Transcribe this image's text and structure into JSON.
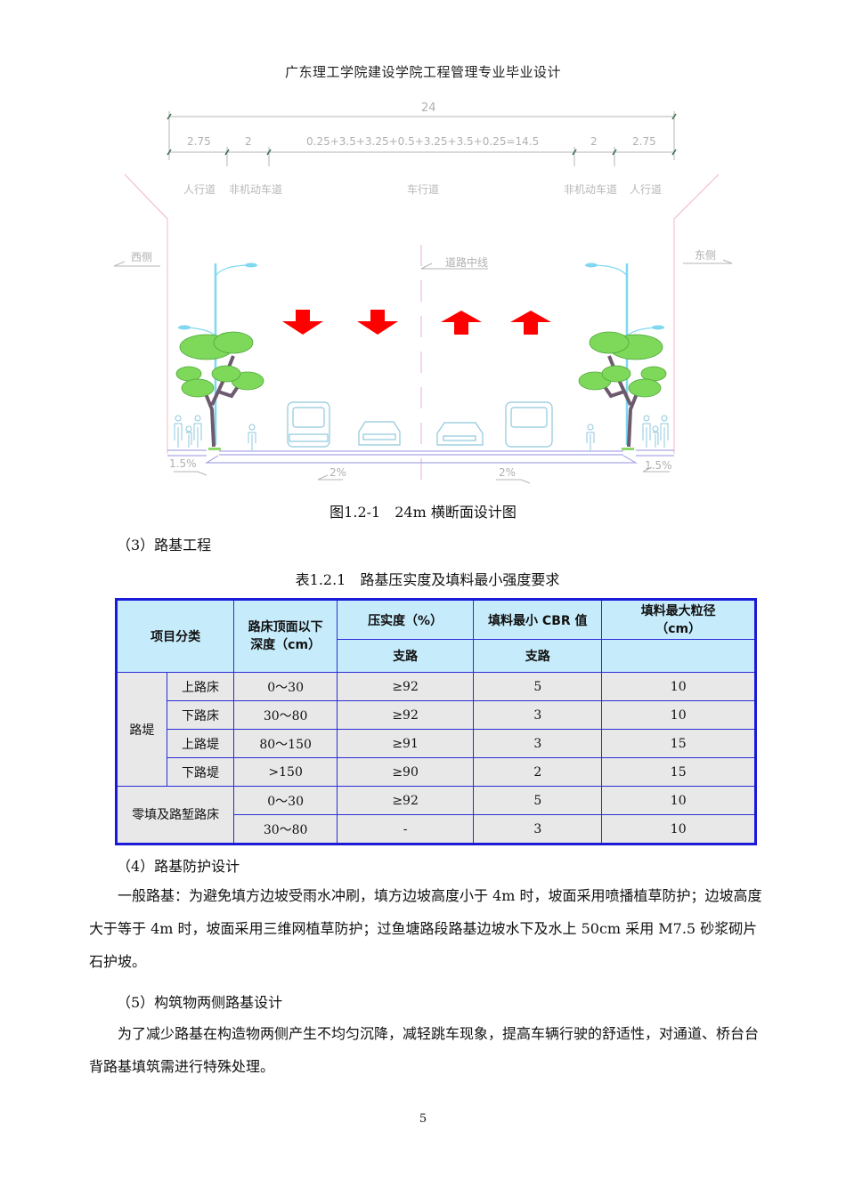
{
  "header": {
    "title": "广东理工学院建设学院工程管理专业毕业设计"
  },
  "figure": {
    "total_width": "24",
    "segments": [
      "2.75",
      "2",
      "0.25+3.5+3.25+0.5+3.25+3.5+0.25=14.5",
      "2",
      "2.75"
    ],
    "zones": [
      "人行道",
      "非机动车道",
      "车行道",
      "非机动车道",
      "人行道"
    ],
    "west_label": "西侧",
    "east_label": "东侧",
    "centerline_label": "道路中线",
    "slopes": {
      "left_sidewalk": "1.5%",
      "left_lane": "2%",
      "right_lane": "2%",
      "right_sidewalk": "1.5%"
    },
    "colors": {
      "arrow": "#ff0000",
      "dimension": "#b0b0b0",
      "boundary": "#f0b8c0",
      "pavement": "#a8a8e8",
      "lamp": "#7fd8f0",
      "tree": "#6ccc4c"
    }
  },
  "caption": "图1.2-1　24m 横断面设计图",
  "section3": {
    "heading": "（3）路基工程"
  },
  "table": {
    "title": "表1.2.1　路基压实度及填料最小强度要求",
    "headers": {
      "category": "项目分类",
      "depth": "路床顶面以下深度（cm）",
      "compaction": "压实度（%）",
      "cbr": "填料最小 CBR 值",
      "max_size": "填料最大粒径（cm）",
      "sub_compaction": "支路",
      "sub_cbr": "支路",
      "sub_max_size": ""
    },
    "groups": [
      {
        "name": "路堤",
        "rows": [
          {
            "sub": "上路床",
            "depth": "0～30",
            "compaction": "≥92",
            "cbr": "5",
            "max_size": "10"
          },
          {
            "sub": "下路床",
            "depth": "30～80",
            "compaction": "≥92",
            "cbr": "3",
            "max_size": "10"
          },
          {
            "sub": "上路堤",
            "depth": "80～150",
            "compaction": "≥91",
            "cbr": "3",
            "max_size": "15"
          },
          {
            "sub": "下路堤",
            "depth": ">150",
            "compaction": "≥90",
            "cbr": "2",
            "max_size": "15"
          }
        ]
      },
      {
        "name": "零填及路堑路床",
        "rows": [
          {
            "depth": "0～30",
            "compaction": "≥92",
            "cbr": "5",
            "max_size": "10"
          },
          {
            "depth": "30～80",
            "compaction": "-",
            "cbr": "3",
            "max_size": "10"
          }
        ]
      }
    ],
    "colors": {
      "border": "#1a1ad8",
      "header_bg": "#c6ecfb",
      "body_bg": "#e8e8e8"
    }
  },
  "section4": {
    "heading": "（4）路基防护设计",
    "body": "一般路基：为避免填方边坡受雨水冲刷，填方边坡高度小于 4m 时，坡面采用喷播植草防护；边坡高度大于等于 4m 时，坡面采用三维网植草防护；过鱼塘路段路基边坡水下及水上 50cm 采用 M7.5 砂浆砌片石护坡。"
  },
  "section5": {
    "heading": "（5）构筑物两侧路基设计",
    "body": "为了减少路基在构造物两侧产生不均匀沉降，减轻跳车现象，提高车辆行驶的舒适性，对通道、桥台台背路基填筑需进行特殊处理。"
  },
  "page_number": "5"
}
